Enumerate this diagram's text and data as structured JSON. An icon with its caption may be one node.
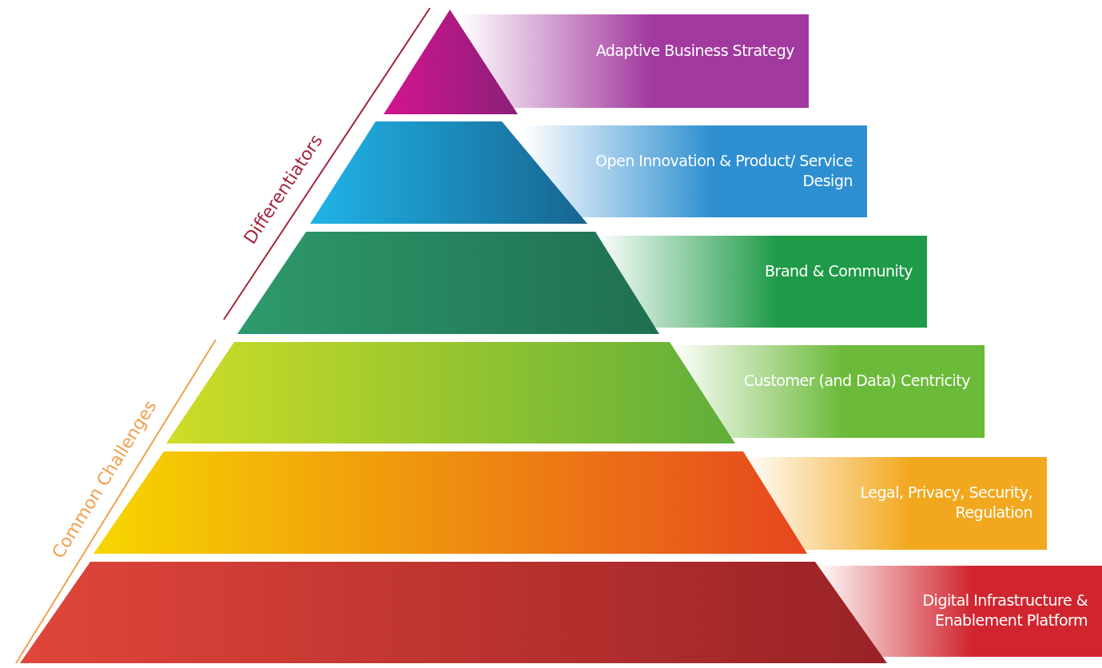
{
  "diagram": {
    "nodes": [
      {
        "text": [
          "Adaptive Business Strategy"
        ]
      },
      {
        "text": [
          "Open Innovation & Product/ Service Design"
        ]
      },
      {
        "text": [
          "Brand & Community"
        ]
      },
      {
        "text": [
          "Customer (and Data) Centricity"
        ]
      },
      {
        "text": [
          "Legal, Privacy, Security, Regulation"
        ]
      },
      {
        "text": [
          "Digital Infrastructure & Enablement Platform"
        ]
      }
    ],
    "labels": [
      "Differentiators",
      "Common Challenges"
    ]
  }
}
